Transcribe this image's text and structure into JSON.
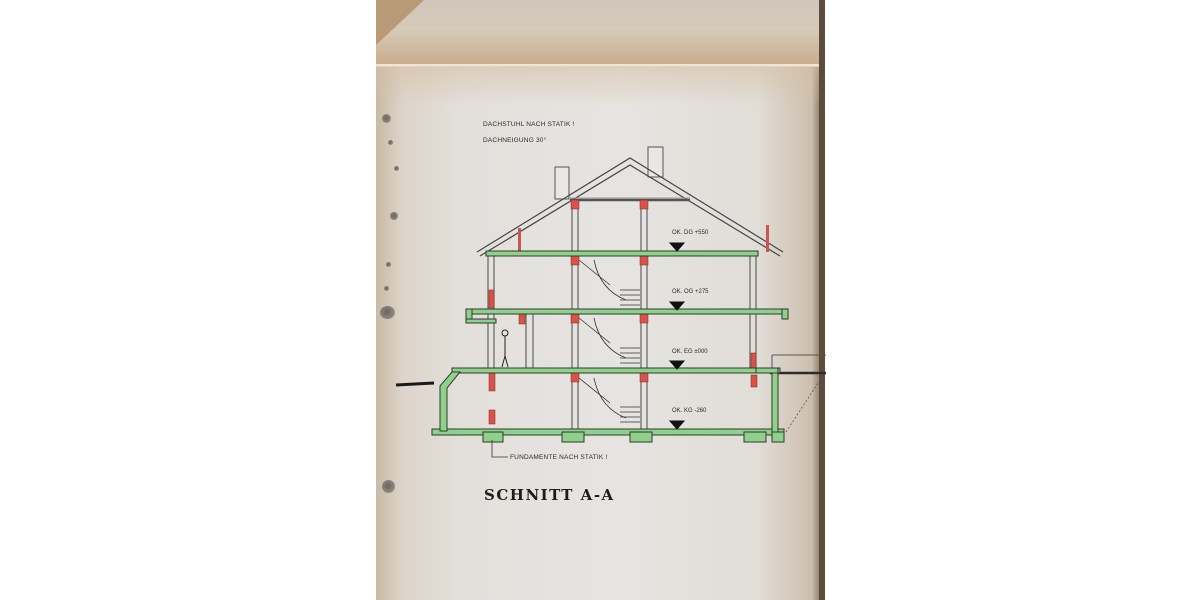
{
  "document": {
    "type": "architectural-section-drawing",
    "title": "SCHNITT A-A",
    "notes": {
      "roof_structure": "DACHSTUHL NACH STATIK !",
      "roof_pitch": "DACHNEIGUNG 30°",
      "foundations": "FUNDAMENTE NACH STATIK !"
    },
    "levels": [
      {
        "label": "OK. DG +550",
        "floor": "DG",
        "elevation_cm": 550
      },
      {
        "label": "OK. OG +275",
        "floor": "OG",
        "elevation_cm": 275
      },
      {
        "label": "OK. EG ±000",
        "floor": "EG",
        "elevation_cm": 0
      },
      {
        "label": "OK. KG -260",
        "floor": "KG",
        "elevation_cm": -260
      }
    ],
    "colors": {
      "slab_green": "#8fd08a",
      "column_red": "#d9534a",
      "line_dark": "#2f3a30",
      "paper": "#e6e4e1"
    }
  }
}
